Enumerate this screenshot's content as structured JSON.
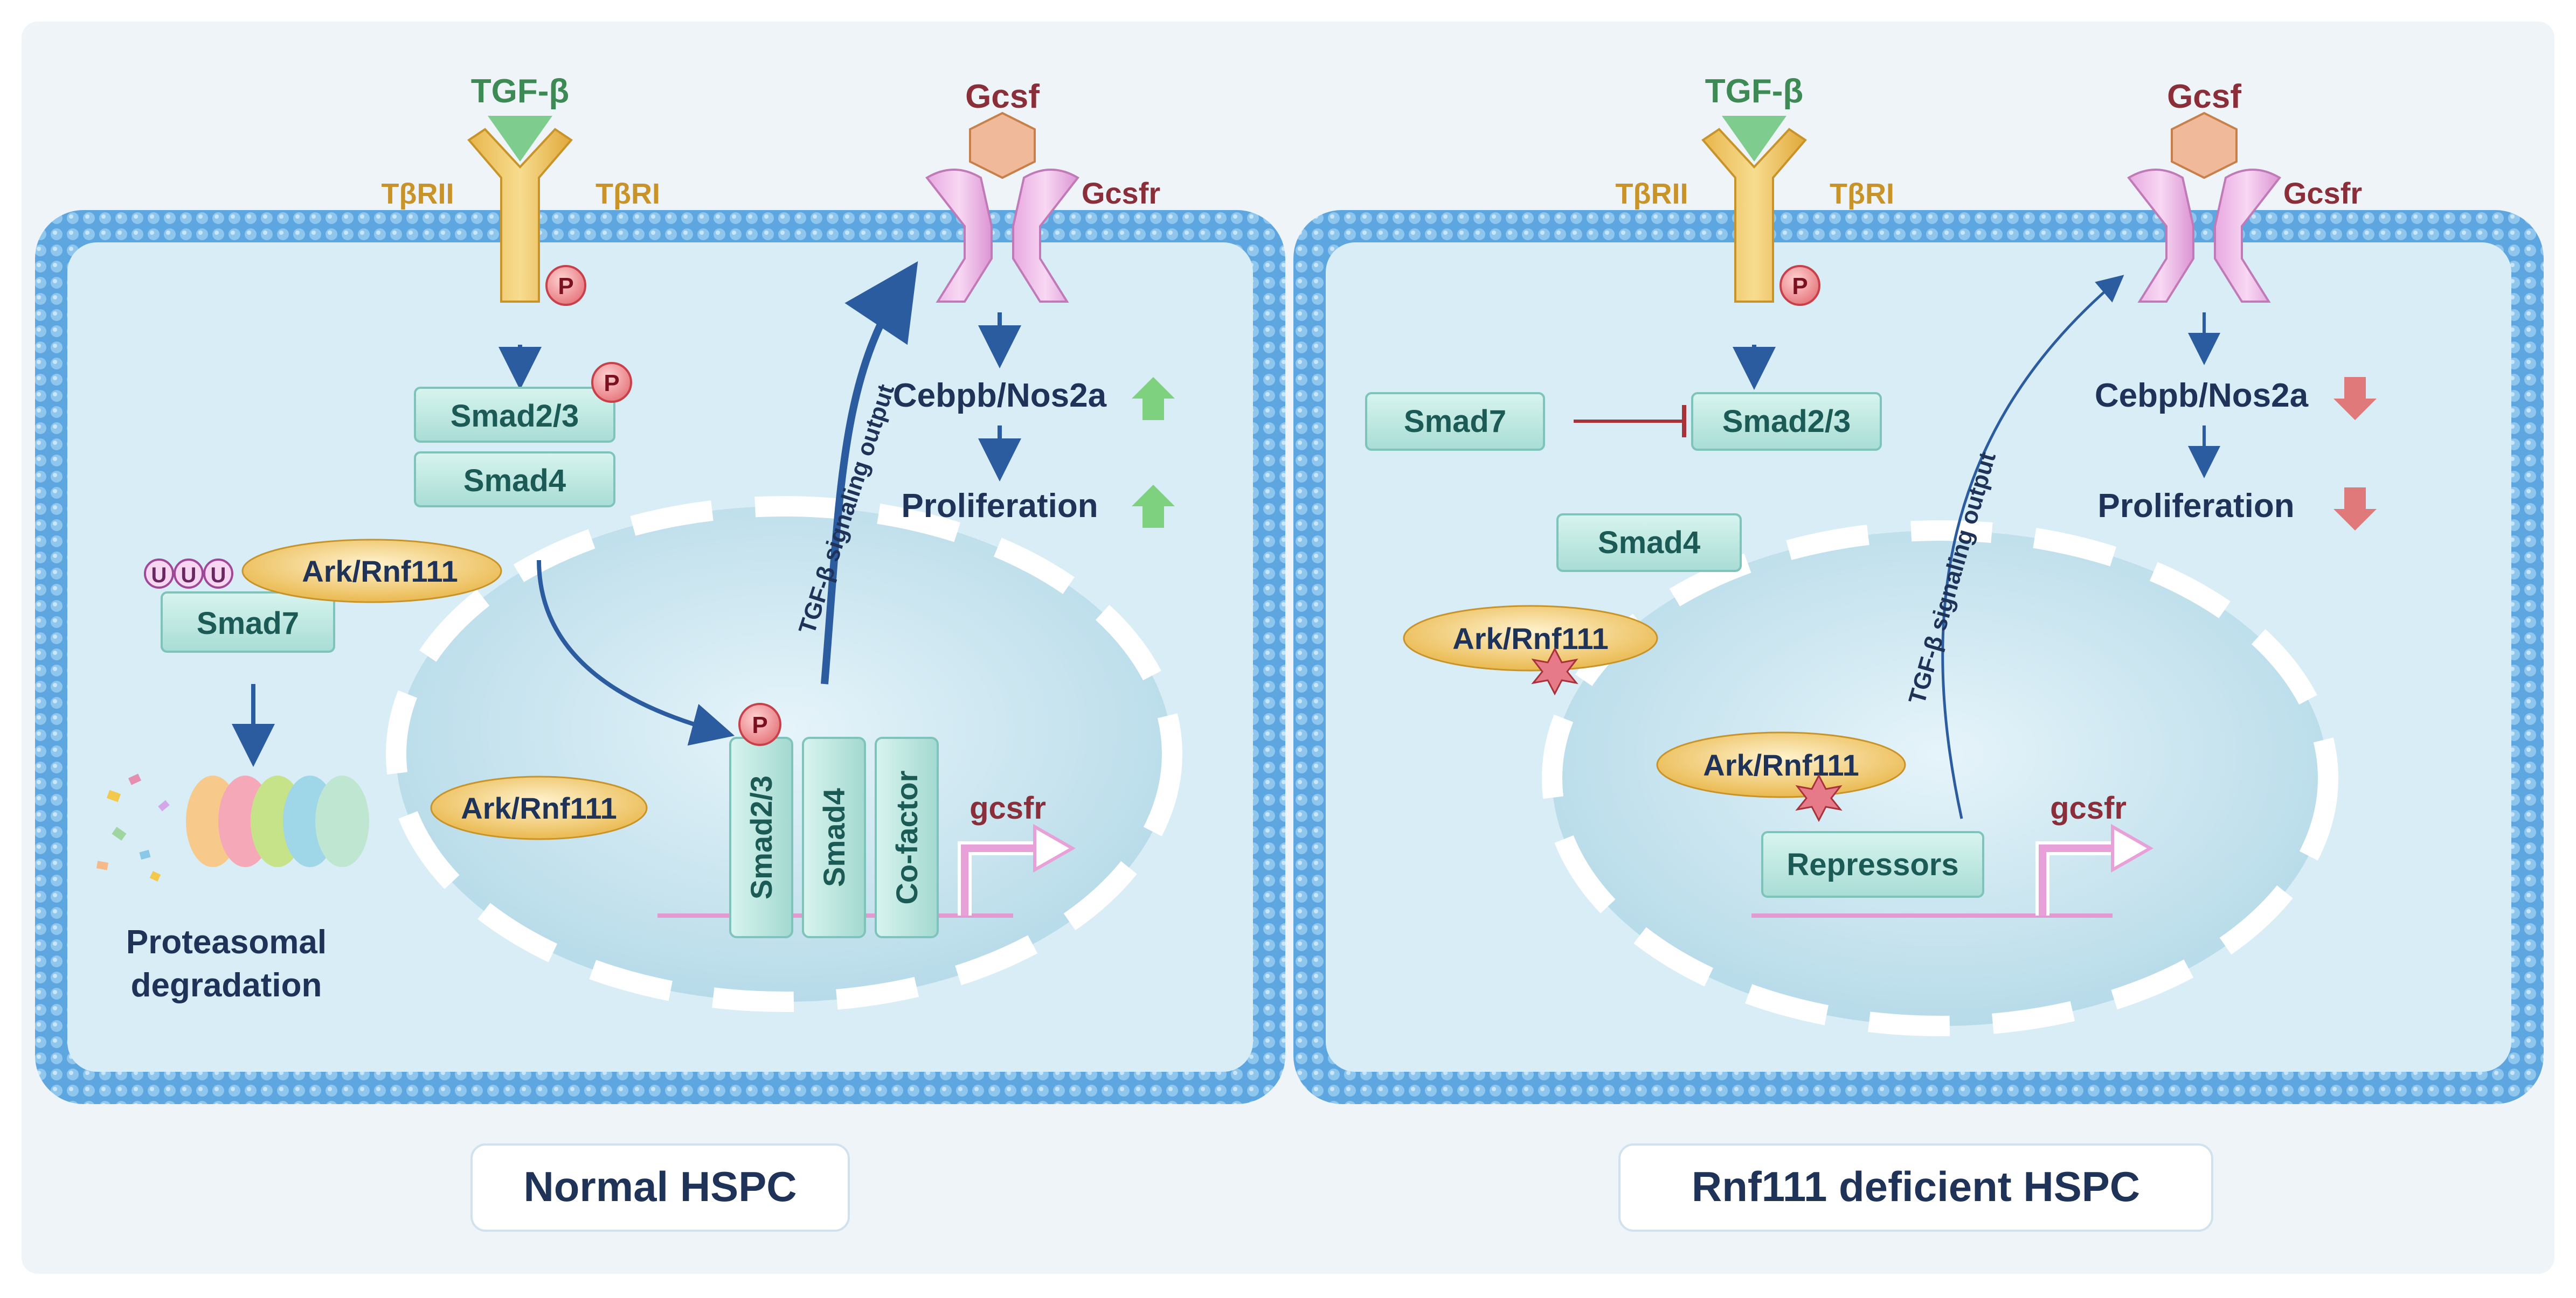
{
  "panels": [
    {
      "caption": "Normal HSPC",
      "ligand": "TGF-β",
      "receptor_left": "TβRII",
      "receptor_right": "TβRI",
      "phospho": "P",
      "gcsf": "Gcsf",
      "gcsfr": "Gcsfr",
      "smad23": "Smad2/3",
      "smad4": "Smad4",
      "smad7": "Smad7",
      "ubiquitin": "U",
      "ark": "Ark/Rnf111",
      "ark_nuclear": "Ark/Rnf111",
      "output": "TGF-β signaling output",
      "cebpb": "Cebpb/Nos2a",
      "proliferation": "Proliferation",
      "degradation_line1": "Proteasomal",
      "degradation_line2": "degradation",
      "smad23_vertical": "Smad2/3",
      "smad4_vertical": "Smad4",
      "cofactor": "Co-factor",
      "gene": "gcsfr",
      "trend": "up"
    },
    {
      "caption": "Rnf111 deficient HSPC",
      "ligand": "TGF-β",
      "receptor_left": "TβRII",
      "receptor_right": "TβRI",
      "phospho": "P",
      "gcsf": "Gcsf",
      "gcsfr": "Gcsfr",
      "smad23": "Smad2/3",
      "smad4": "Smad4",
      "smad7": "Smad7",
      "ark": "Ark/Rnf111",
      "ark_nuclear": "Ark/Rnf111",
      "output": "TGF-β signaling output",
      "cebpb": "Cebpb/Nos2a",
      "proliferation": "Proliferation",
      "repressors": "Repressors",
      "gene": "gcsfr",
      "trend": "down"
    }
  ],
  "colors": {
    "background": "#eef4f8",
    "membrane": "#4f9ad8",
    "cytoplasm": "#d7ecf6",
    "nucleus": "#c6e4ef",
    "smad_box": "#b9e6df",
    "ark": "#f0c866",
    "arrow": "#2c5ca0",
    "up_arrow": "#7ed17e",
    "down_arrow": "#e07a7a",
    "inhibit": "#a8323a"
  },
  "icons": {
    "up_arrow": "up-arrow-icon",
    "down_arrow": "down-arrow-icon",
    "phospho": "phosphate-badge",
    "ubiquitin": "ubiquitin-badge",
    "mutation": "mutation-star-icon",
    "proteasome": "proteasome-icon"
  }
}
